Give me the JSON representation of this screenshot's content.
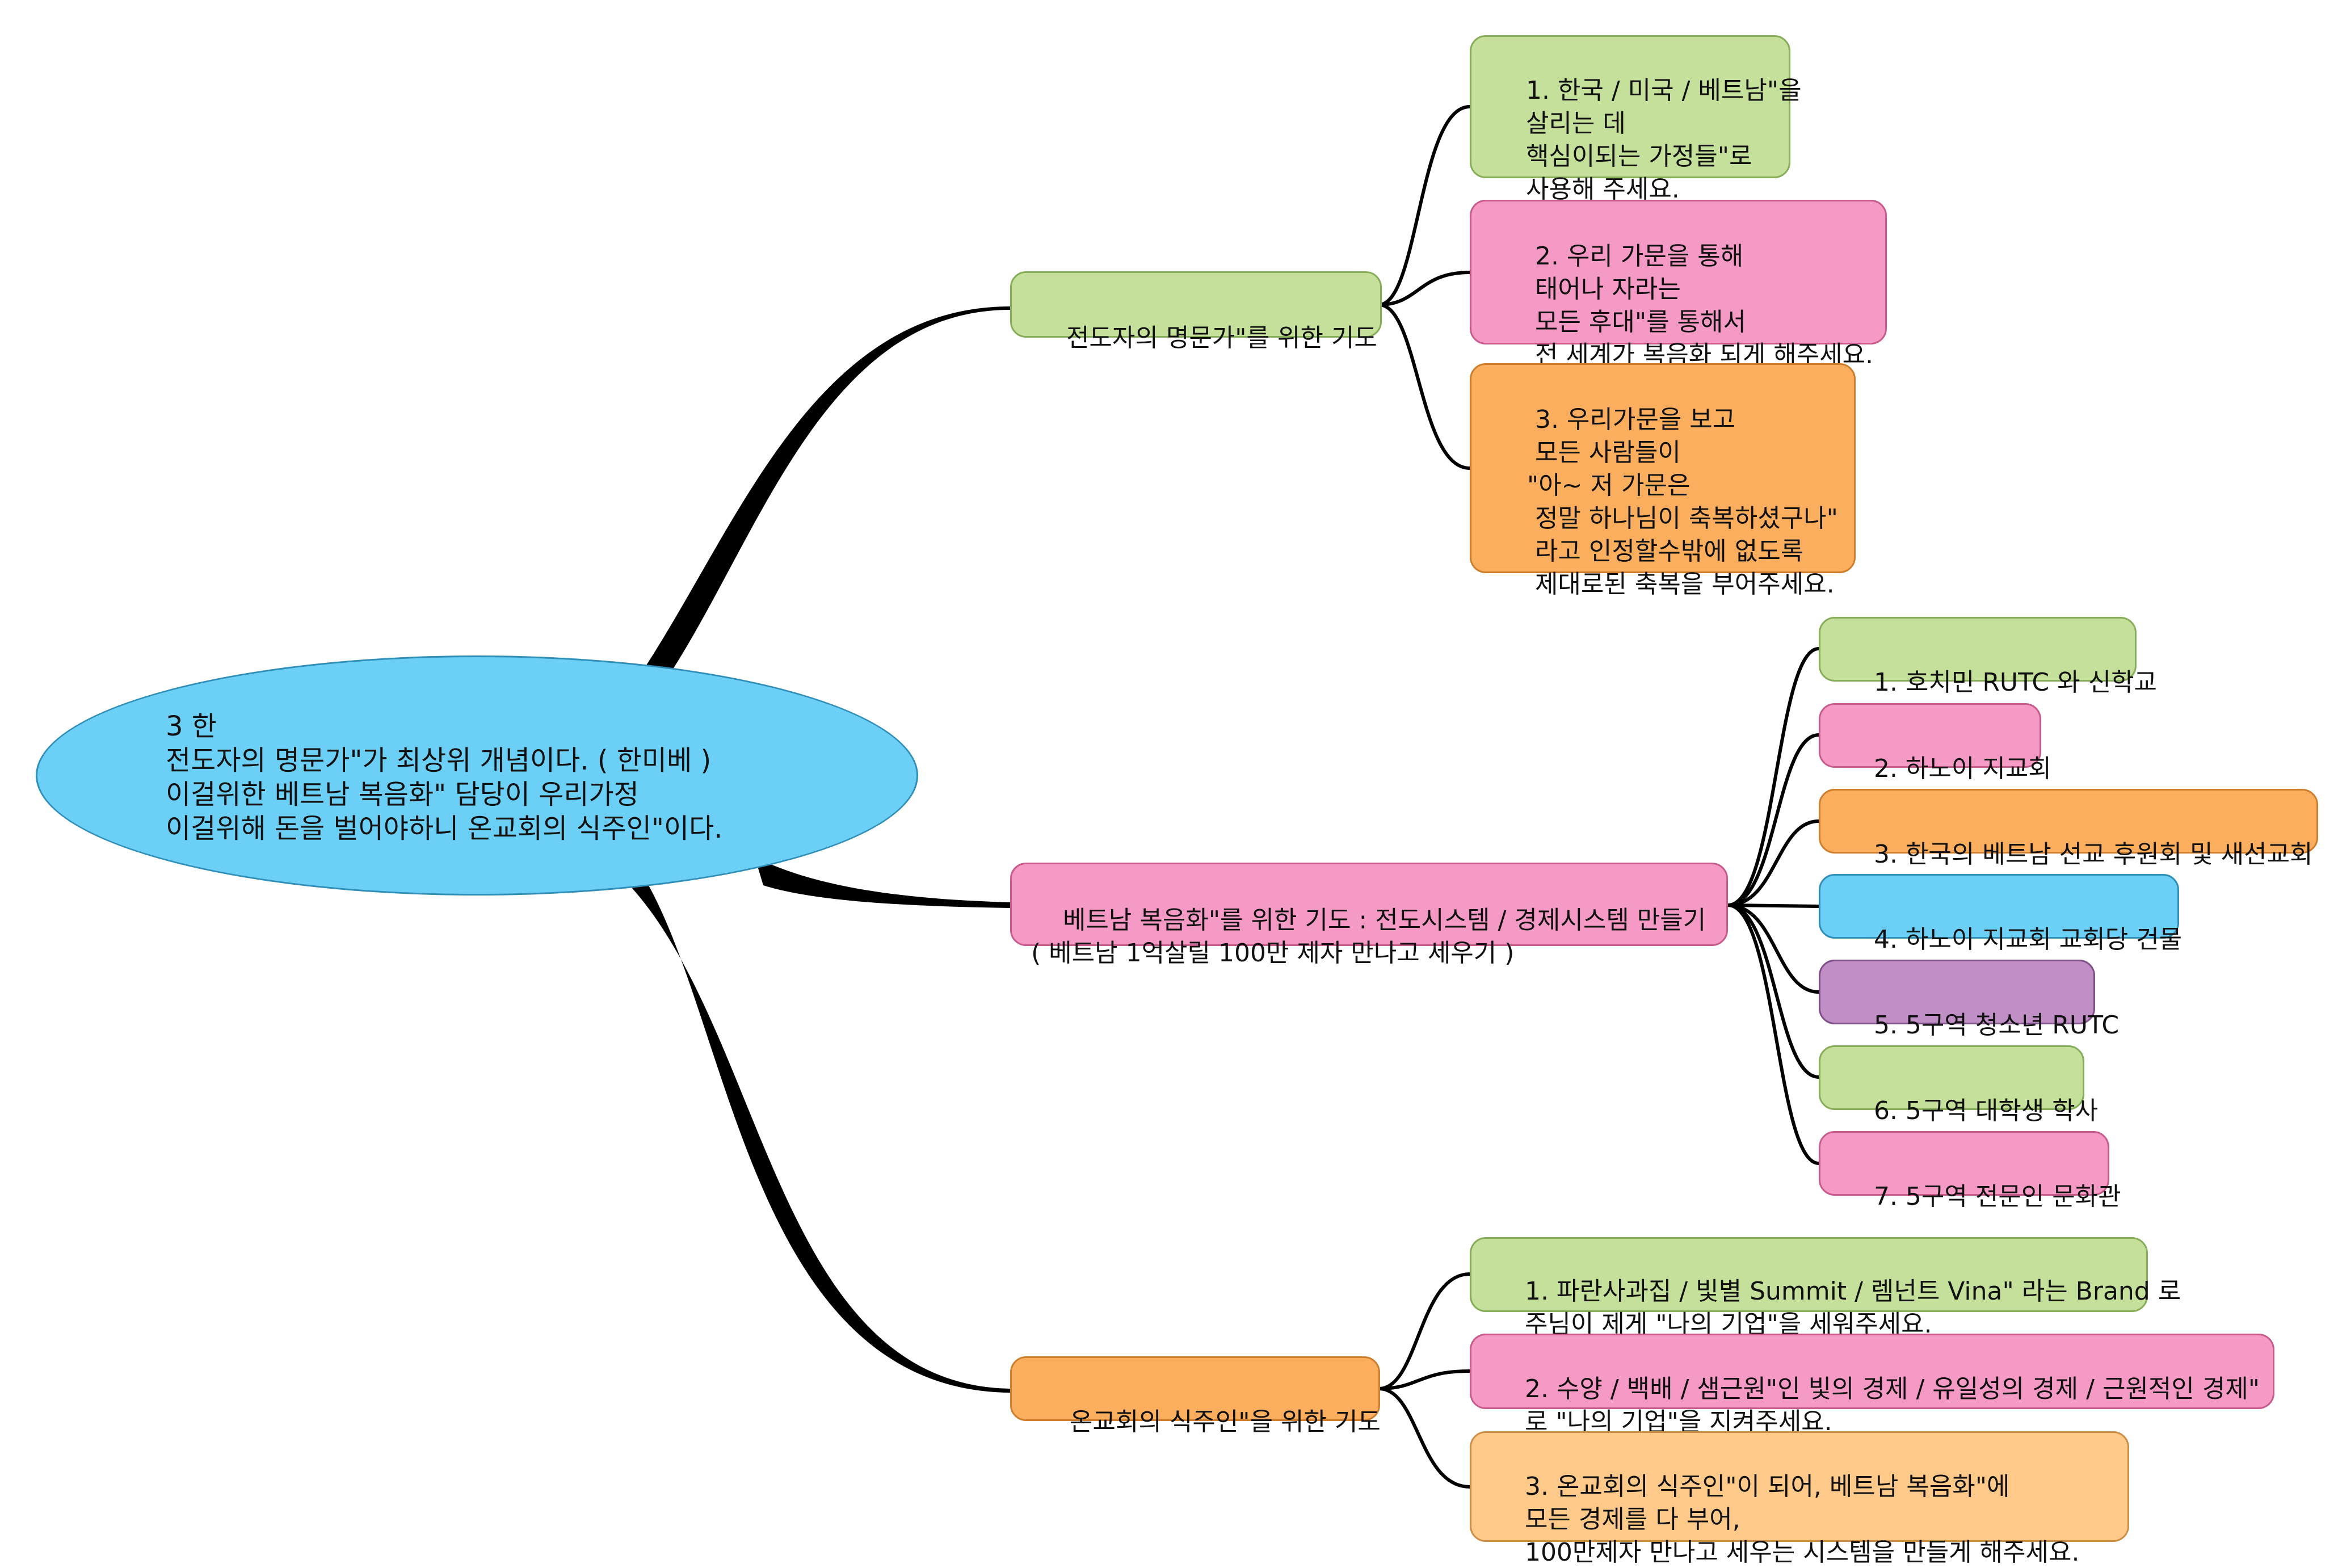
{
  "root": {
    "lines": [
      "3 한",
      "전도자의 명문가\"가 최상위 개념이다. ( 한미베 )",
      "이걸위한 베트남 복음화\" 담당이 우리가정",
      "이걸위해 돈을 벌어야하니 온교회의 식주인\"이다."
    ]
  },
  "branches": [
    {
      "label": "전도자의 명문가\"를 위한 기도",
      "children": [
        "1. 한국 / 미국 / 베트남\"을\n    살리는 데\n    핵심이되는 가정들\"로\n    사용해 주세요.",
        "2. 우리 가문을 통해\n    태어나 자라는\n    모든 후대\"를 통해서\n    전 세계가 복음화 되게 해주세요.",
        "3. 우리가문을 보고\n    모든 사람들이\n   \"아~ 저 가문은\n    정말 하나님이 축복하셨구나\"\n    라고 인정할수밖에 없도록\n    제대로된 축복을 부어주세요."
      ]
    },
    {
      "label": "베트남 복음화\"를 위한 기도 : 전도시스템 / 경제시스템 만들기\n( 베트남 1억살릴 100만 제자 만나고 세우기 )",
      "children": [
        "1. 호치민 RUTC 와 신학교",
        "2. 하노이 지교회",
        "3. 한국의 베트남 선교 후원회 및 새선교회",
        "4. 하노이 지교회 교회당 건물",
        "5. 5구역 청소년 RUTC",
        "6. 5구역 대학생 학사",
        "7. 5구역 전문인 문화관"
      ]
    },
    {
      "label": "온교회의 식주인\"을 위한 기도",
      "children": [
        "1. 파란사과집 / 빛별 Summit / 렘넌트 Vina\" 라는 Brand 로\n    주님이 제게 \"나의 기업\"을 세워주세요.",
        "2. 수양 / 백배 / 샘근원\"인 빛의 경제 / 유일성의 경제 / 근원적인 경제\"\n    로 \"나의 기업\"을 지켜주세요.",
        "3. 온교회의 식주인\"이 되어, 베트남 복음화\"에\n    모든 경제를 다 부어,\n    100만제자 만나고 세우는 시스템을 만들게 해주세요."
      ]
    }
  ],
  "colors": {
    "green": "#c5e09b",
    "pink": "#f59ac4",
    "orange": "#fbae5d",
    "blue": "#6ccff6",
    "purple": "#c08fc6",
    "peach": "#ffc98a",
    "connector": "#000000"
  }
}
